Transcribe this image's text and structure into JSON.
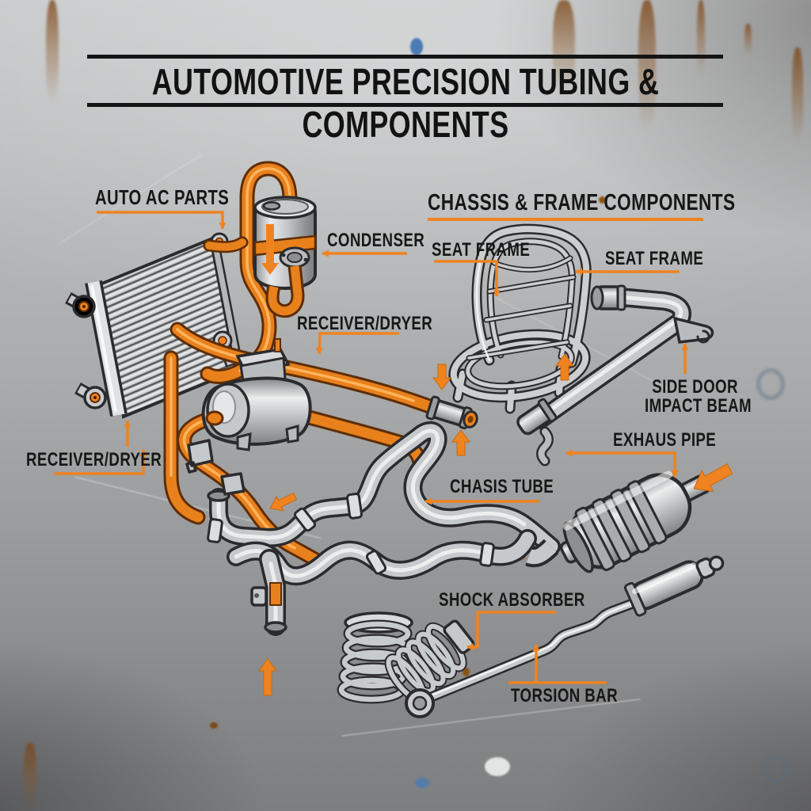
{
  "title": "AUTOMOTIVE PRECISION TUBING & COMPONENTS",
  "sections": {
    "ac_heading": "AUTO AC PARTS",
    "chassis_heading": "CHASSIS & FRAME COMPONENTS"
  },
  "labels": {
    "condenser": "CONDENSER",
    "receiver_dryer_upper": "RECEIVER/DRYER",
    "receiver_dryer_lower": "RECEIVER/DRYER",
    "seat_frame_left": "SEAT FRAME",
    "seat_frame_right": "SEAT FRAME",
    "side_door_line1": "SIDE DOOR",
    "side_door_line2": "IMPACT BEAM",
    "exhaust_pipe": "EXHAUS PIPE",
    "chassis_tube": "CHASIS TUBE",
    "shock_absorber": "SHOCK ABSORBER",
    "torsion_bar": "TORSION BAR"
  },
  "colors": {
    "accent_orange": "#EE8320",
    "label_black": "#171717",
    "tube_gray": "#C6C9CB",
    "outline_dark": "#2B2B2E",
    "background_gray": "#A9ABAC"
  }
}
